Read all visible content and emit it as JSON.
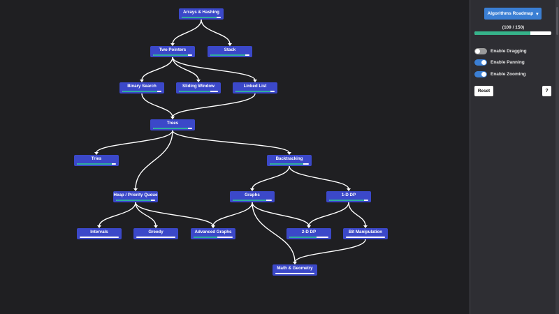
{
  "nodes": [
    {
      "id": "arrays",
      "label": "Arrays & Hashing",
      "progress": 0.9
    },
    {
      "id": "two_pointers",
      "label": "Two Pointers",
      "progress": 0.9
    },
    {
      "id": "stack",
      "label": "Stack",
      "progress": 0.9
    },
    {
      "id": "binary_search",
      "label": "Binary Search",
      "progress": 0.9
    },
    {
      "id": "sliding_window",
      "label": "Sliding Window",
      "progress": 0.8
    },
    {
      "id": "linked_list",
      "label": "Linked List",
      "progress": 0.9
    },
    {
      "id": "trees",
      "label": "Trees",
      "progress": 0.9
    },
    {
      "id": "tries",
      "label": "Tries",
      "progress": 0.9
    },
    {
      "id": "backtracking",
      "label": "Backtracking",
      "progress": 0.85
    },
    {
      "id": "heap",
      "label": "Heap / Priority Queue",
      "progress": 0.9
    },
    {
      "id": "graphs",
      "label": "Graphs",
      "progress": 0.85
    },
    {
      "id": "dp1",
      "label": "1-D DP",
      "progress": 0.9
    },
    {
      "id": "intervals",
      "label": "Intervals",
      "progress": 0
    },
    {
      "id": "greedy",
      "label": "Greedy",
      "progress": 0
    },
    {
      "id": "advanced_graphs",
      "label": "Advanced Graphs",
      "progress": 0.6
    },
    {
      "id": "dp2",
      "label": "2-D DP",
      "progress": 0.7
    },
    {
      "id": "bit_manipulation",
      "label": "Bit Manipulation",
      "progress": 0
    },
    {
      "id": "math_geometry",
      "label": "Math & Geometry",
      "progress": 0
    }
  ],
  "edges": [
    [
      "arrays",
      "two_pointers"
    ],
    [
      "arrays",
      "stack"
    ],
    [
      "two_pointers",
      "binary_search"
    ],
    [
      "two_pointers",
      "sliding_window"
    ],
    [
      "two_pointers",
      "linked_list"
    ],
    [
      "binary_search",
      "trees"
    ],
    [
      "linked_list",
      "trees"
    ],
    [
      "trees",
      "tries"
    ],
    [
      "trees",
      "heap"
    ],
    [
      "trees",
      "backtracking"
    ],
    [
      "backtracking",
      "graphs"
    ],
    [
      "backtracking",
      "dp1"
    ],
    [
      "heap",
      "intervals"
    ],
    [
      "heap",
      "greedy"
    ],
    [
      "heap",
      "advanced_graphs"
    ],
    [
      "graphs",
      "advanced_graphs"
    ],
    [
      "graphs",
      "dp2"
    ],
    [
      "graphs",
      "math_geometry"
    ],
    [
      "dp1",
      "dp2"
    ],
    [
      "dp1",
      "bit_manipulation"
    ],
    [
      "bit_manipulation",
      "math_geometry"
    ]
  ],
  "panel": {
    "roadmap_select": "Algorithms Roadmap",
    "progress_text": "(109 / 150)",
    "progress_value": 0.727,
    "toggles": [
      {
        "label": "Enable Dragging",
        "on": false
      },
      {
        "label": "Enable Panning",
        "on": true
      },
      {
        "label": "Enable Zooming",
        "on": true
      }
    ],
    "reset_label": "Reset",
    "help_label": "?"
  },
  "colors": {
    "background": "#1f1f22",
    "node": "#3b48c9",
    "node_progress": "#2fae9e",
    "edge": "#ffffff",
    "accent": "#3b7fd4",
    "panel": "#2e2e33"
  }
}
